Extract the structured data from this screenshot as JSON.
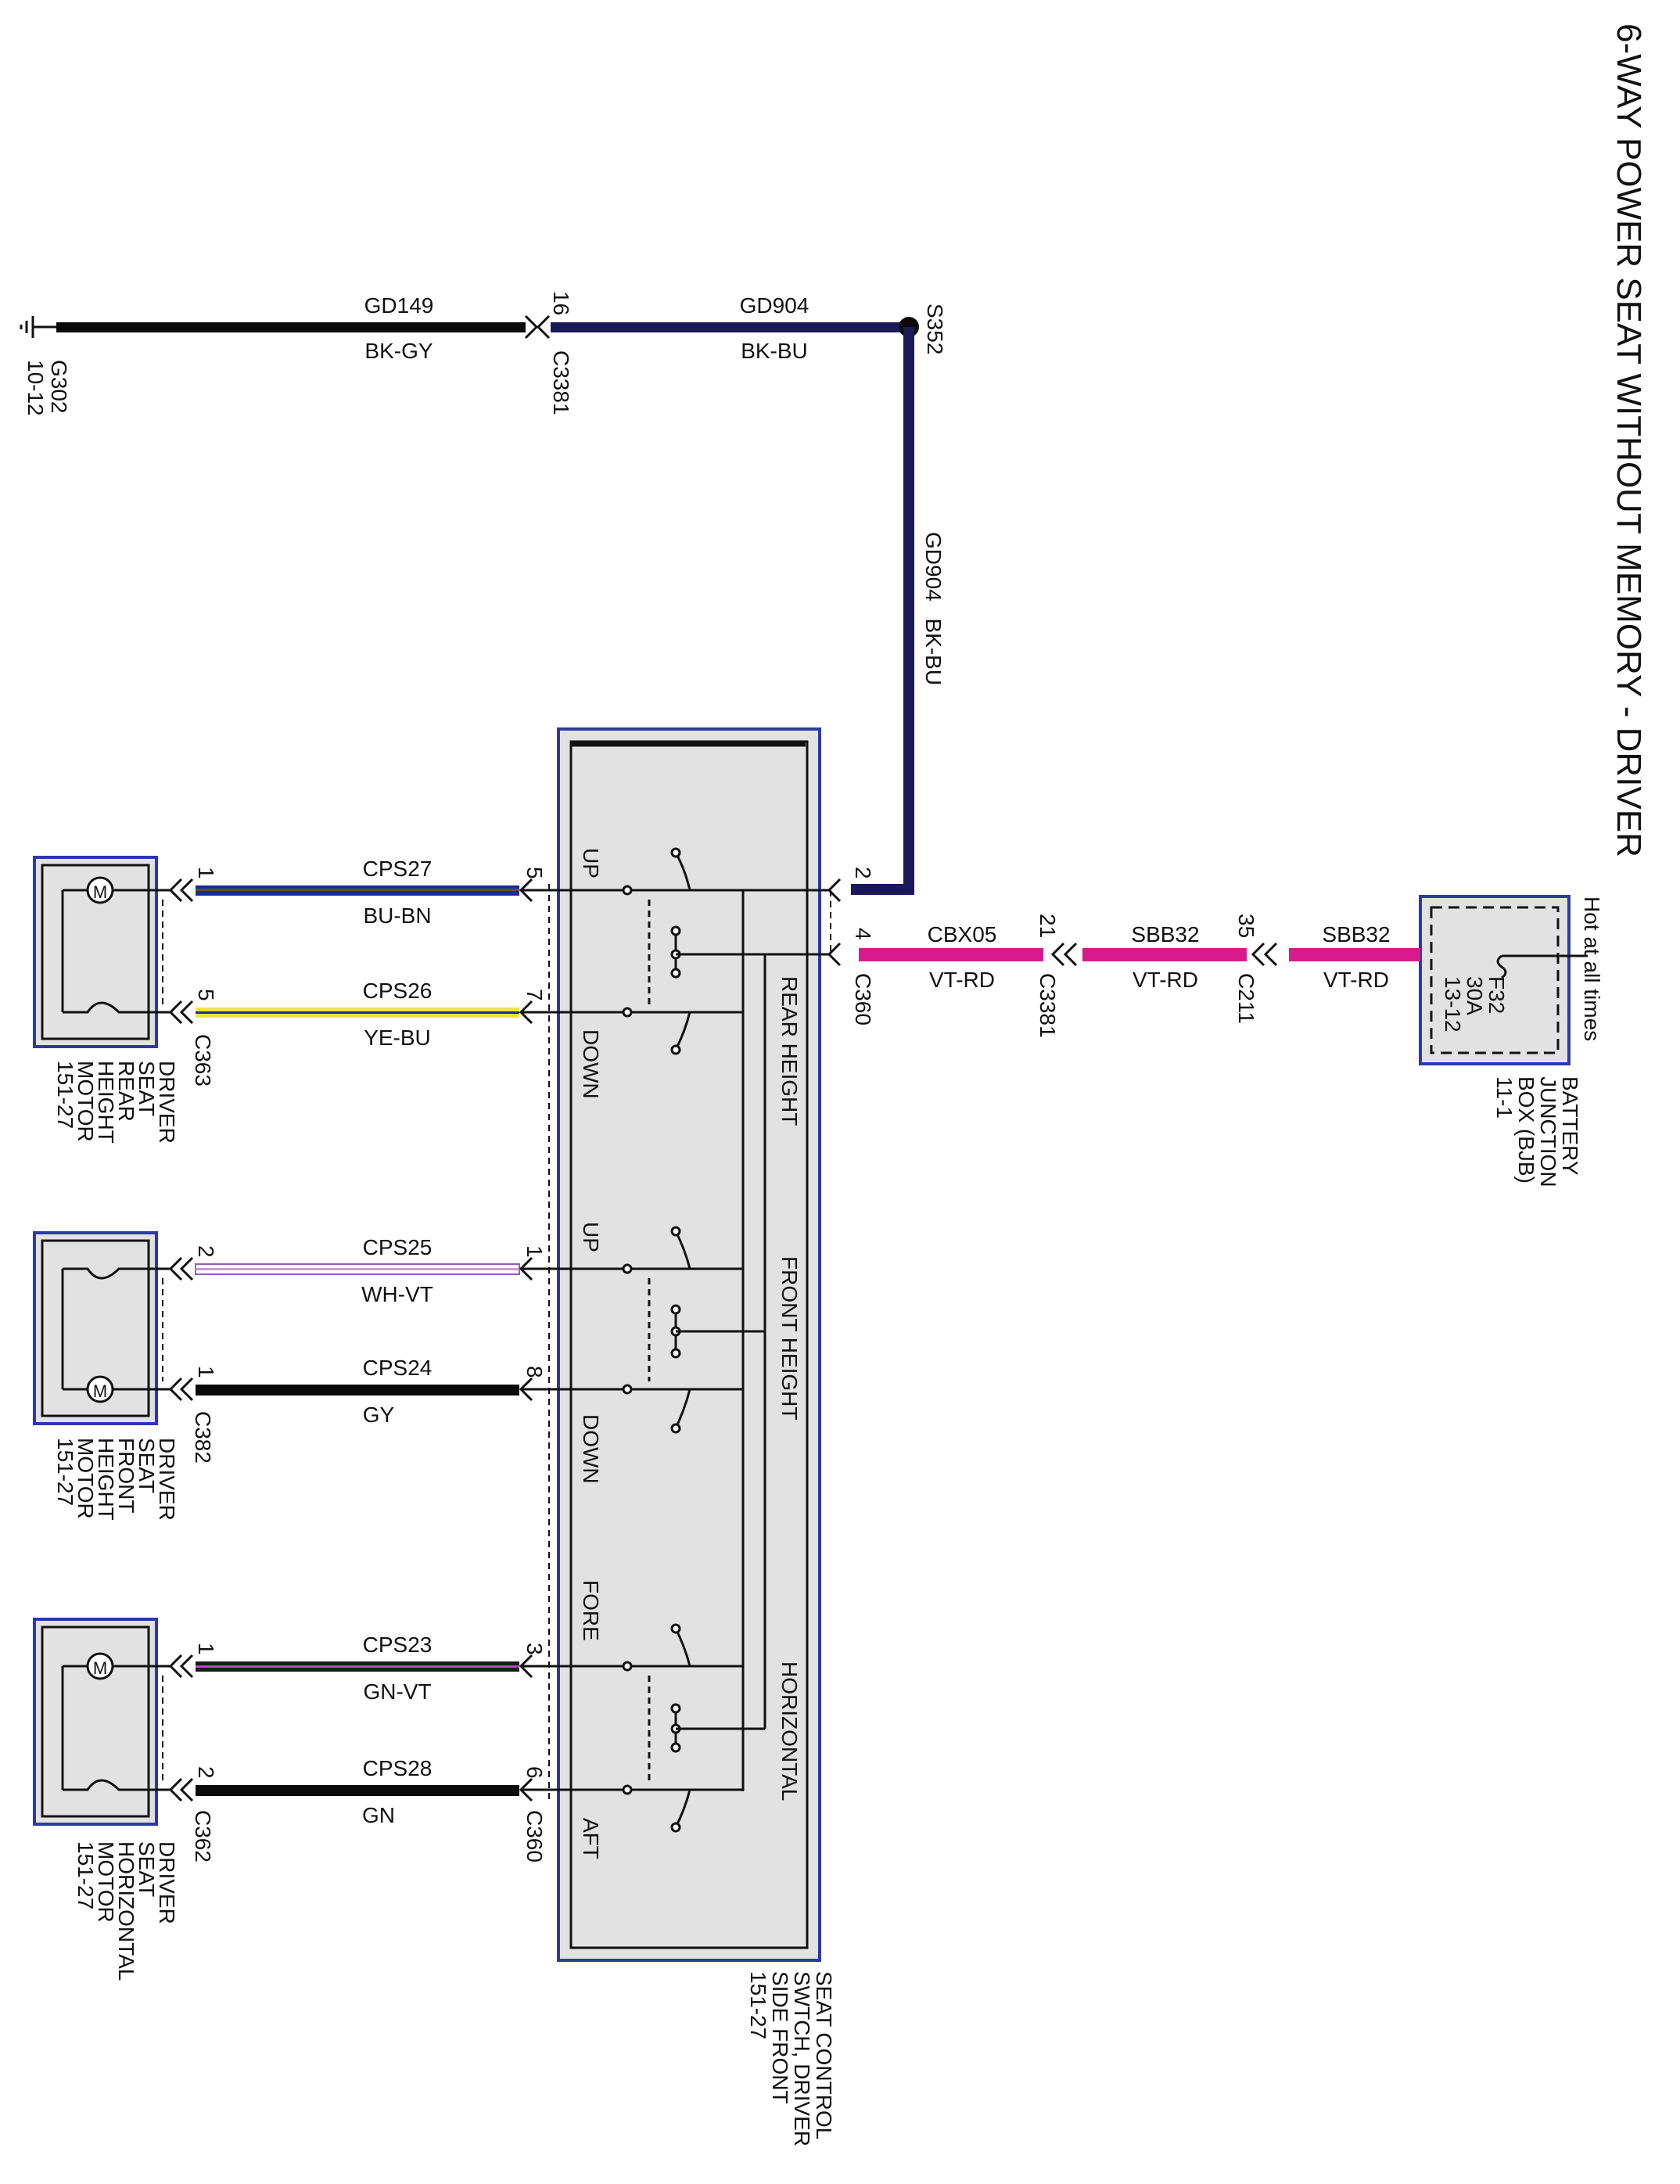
{
  "title": "6-WAY POWER SEAT WITHOUT MEMORY - DRIVER",
  "colors": {
    "black_wire": "#0a0a0a",
    "blue_wire": "#1a2a9a",
    "navy_wire": "#1a1a5a",
    "magenta_wire": "#d81b8a",
    "component_fill": "#e2e2e2",
    "component_border": "#2a3aa8"
  },
  "ground": {
    "name": "G302",
    "page": "10-12",
    "icon": "ground-icon"
  },
  "splice": {
    "name": "S352"
  },
  "ground_wire_1": {
    "circuit": "GD149",
    "color": "BK-GY"
  },
  "ground_wire_2": {
    "circuit": "GD904",
    "color": "BK-BU"
  },
  "ground_wire_3": {
    "circuit": "GD904",
    "color": "BK-BU"
  },
  "c3381_ground": {
    "pin": "16",
    "name": "C3381"
  },
  "power_source": {
    "hot_label": "Hot at all times",
    "fuse": "F32",
    "rating": "30A",
    "page": "13-12",
    "name_lines": [
      "BATTERY",
      "JUNCTION",
      "BOX (BJB)",
      "11-1"
    ],
    "icon": "fuse-icon"
  },
  "power_wires": [
    {
      "circuit": "SBB32",
      "color": "VT-RD"
    },
    {
      "circuit": "SBB32",
      "color": "VT-RD"
    },
    {
      "circuit": "CBX05",
      "color": "VT-RD"
    }
  ],
  "c211": {
    "pin": "35",
    "name": "C211"
  },
  "c3381_power": {
    "pin": "21",
    "name": "C3381"
  },
  "c360": {
    "name": "C360",
    "pin_ground": "2",
    "pin_power": "4"
  },
  "seat_switch": {
    "name_lines": [
      "SEAT CONTROL",
      "SWTCH, DRIVER",
      "SIDE FRONT",
      "151-27"
    ],
    "sections": [
      {
        "name": "REAR HEIGHT",
        "dir1": "UP",
        "dir2": "DOWN"
      },
      {
        "name": "FRONT HEIGHT",
        "dir1": "UP",
        "dir2": "DOWN"
      },
      {
        "name": "HORIZONTAL",
        "dir1": "FORE",
        "dir2": "AFT"
      }
    ]
  },
  "motor_wires": [
    {
      "circuit": "CPS27",
      "color": "BU-BN",
      "switch_pin": "5",
      "motor_pin": "1"
    },
    {
      "circuit": "CPS26",
      "color": "YE-BU",
      "switch_pin": "7",
      "motor_pin": "5"
    },
    {
      "circuit": "CPS25",
      "color": "WH-VT",
      "switch_pin": "1",
      "motor_pin": "2"
    },
    {
      "circuit": "CPS24",
      "color": "GY",
      "switch_pin": "8",
      "motor_pin": "1"
    },
    {
      "circuit": "CPS23",
      "color": "GN-VT",
      "switch_pin": "3",
      "motor_pin": "1"
    },
    {
      "circuit": "CPS28",
      "color": "GN",
      "switch_pin": "6",
      "motor_pin": "2"
    }
  ],
  "c360_bottom": {
    "name": "C360"
  },
  "motors": [
    {
      "connector": "C363",
      "name_lines": [
        "DRIVER",
        "SEAT",
        "REAR",
        "HEIGHT",
        "MOTOR",
        "151-27"
      ],
      "icon": "motor-icon"
    },
    {
      "connector": "C382",
      "name_lines": [
        "DRIVER",
        "SEAT",
        "FRONT",
        "HEIGHT",
        "MOTOR",
        "151-27"
      ],
      "icon": "motor-icon"
    },
    {
      "connector": "C362",
      "name_lines": [
        "DRIVER",
        "SEAT",
        "HORIZONTAL",
        "MOTOR",
        "151-27"
      ],
      "icon": "motor-icon"
    }
  ]
}
